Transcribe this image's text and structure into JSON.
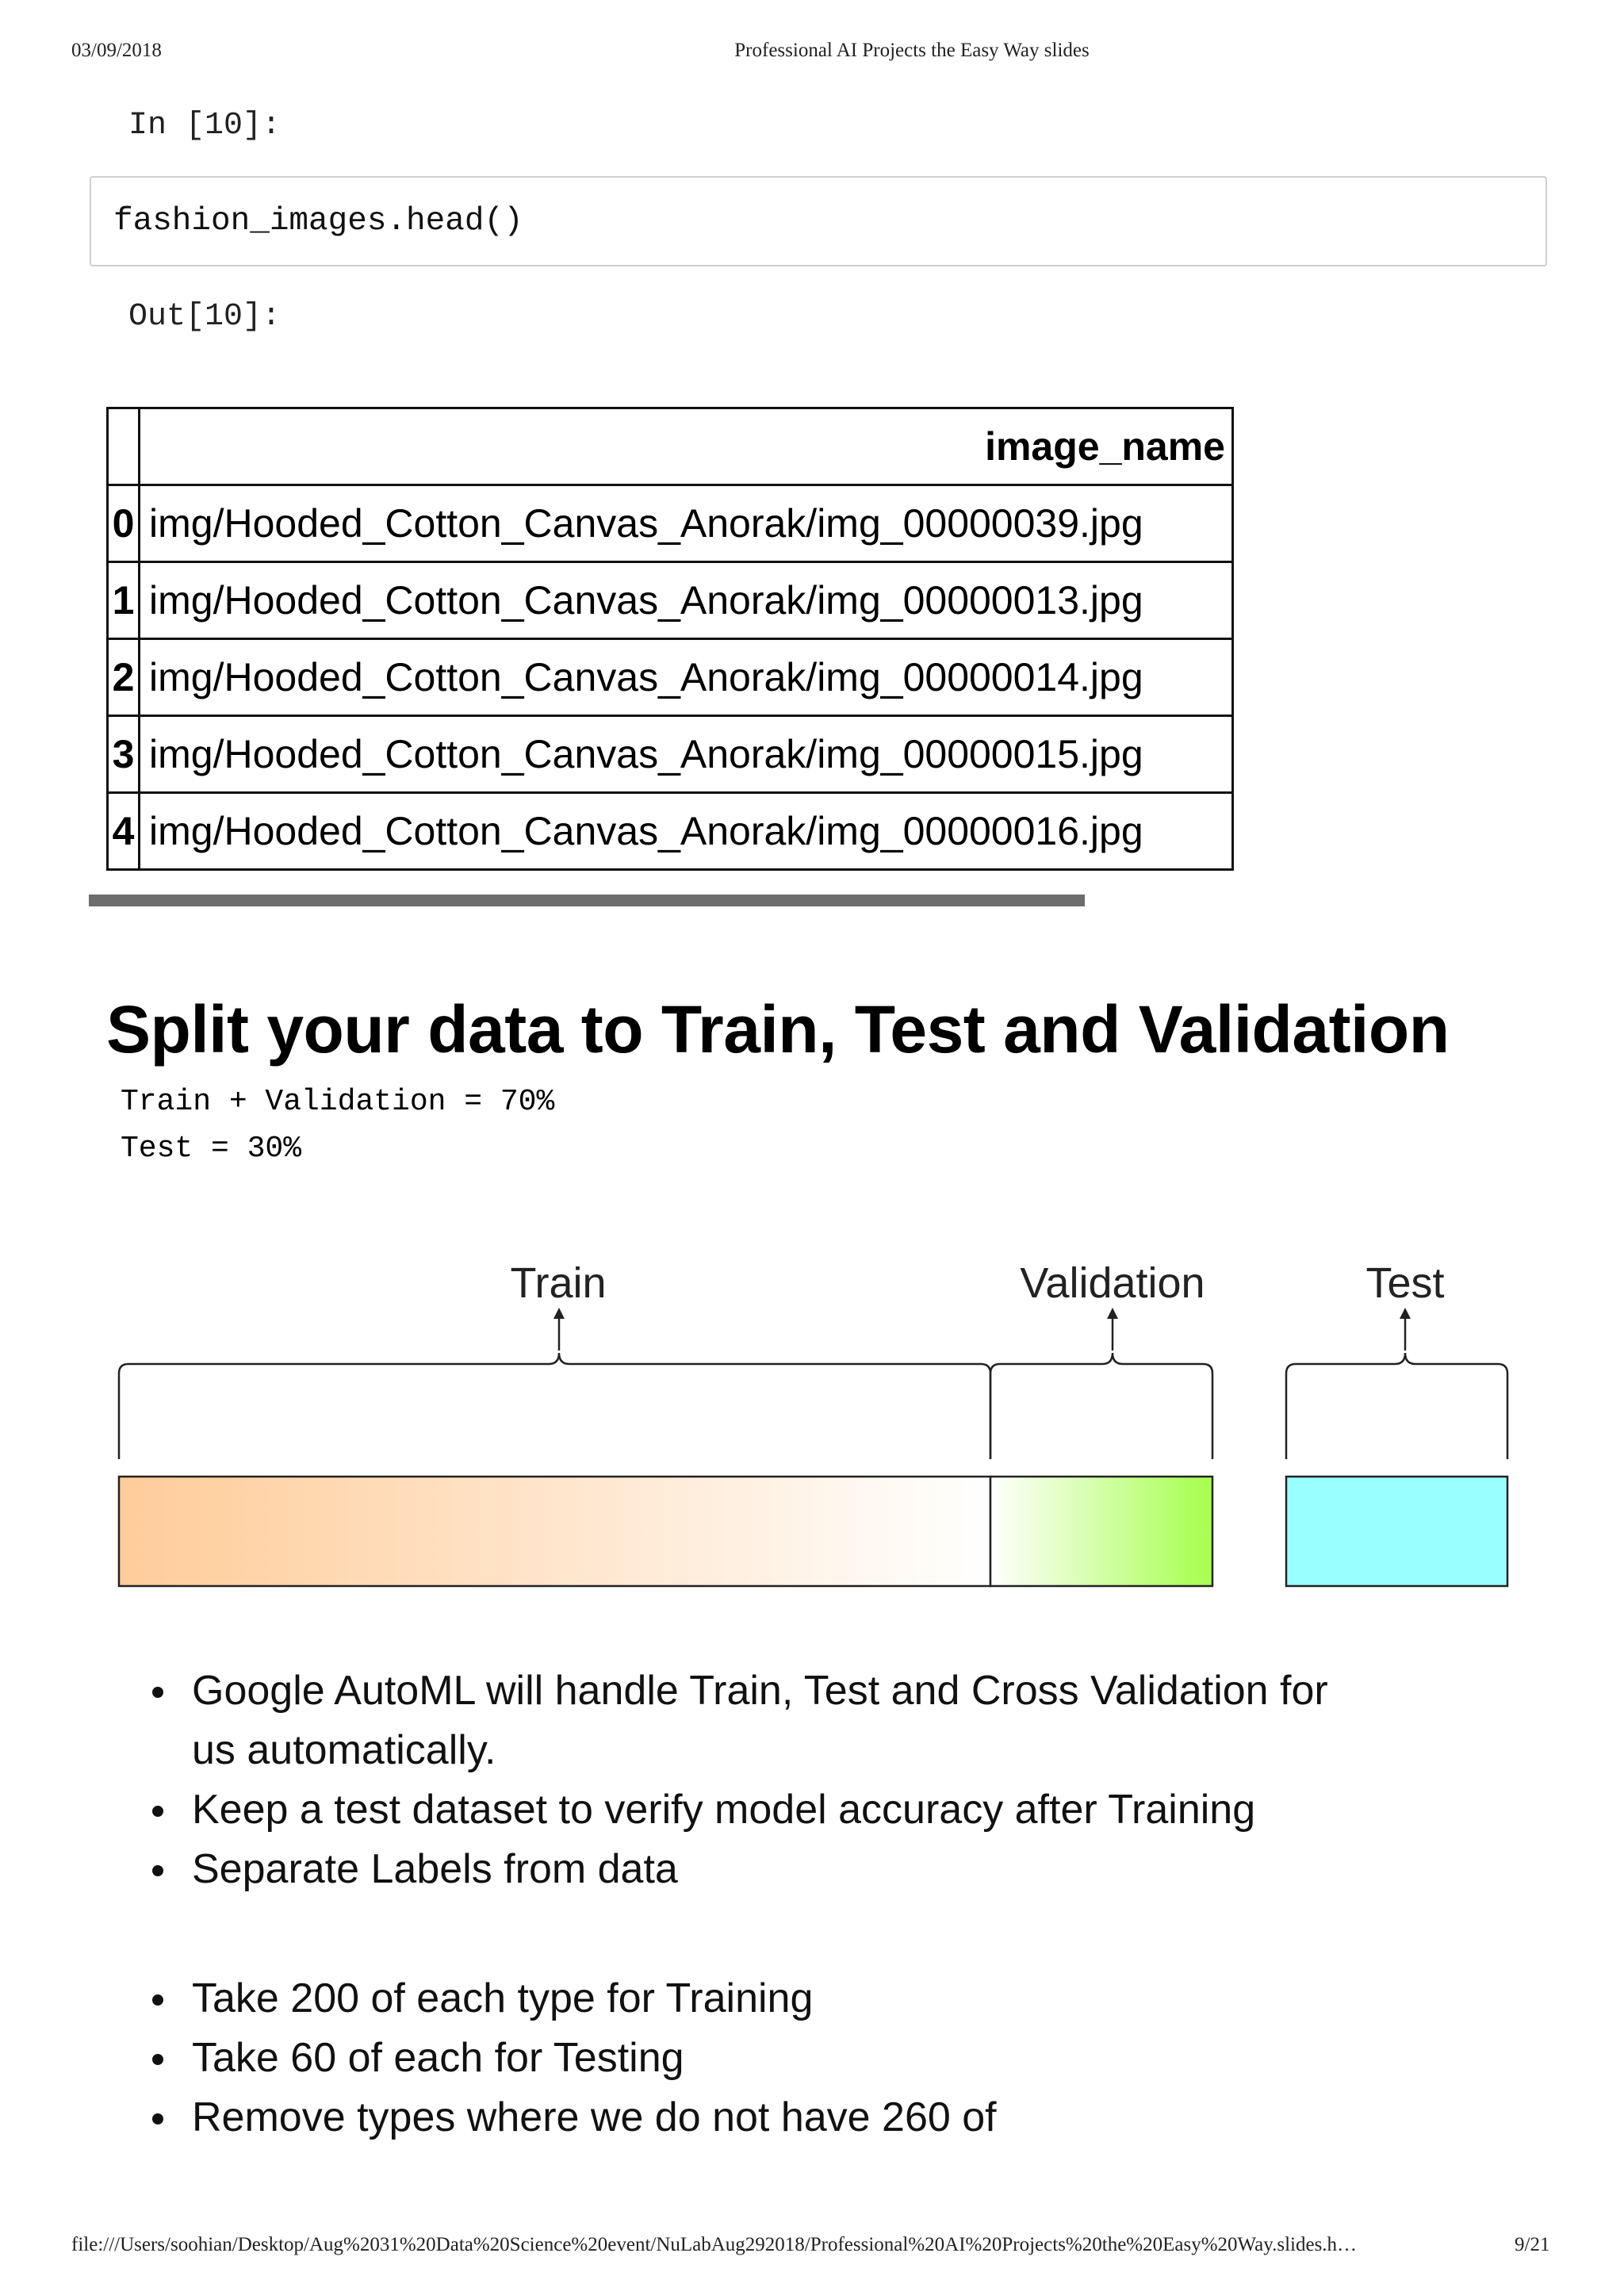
{
  "print_header": {
    "date": "03/09/2018",
    "title": "Professional AI Projects the Easy Way slides"
  },
  "notebook": {
    "in_prompt": "In [10]:",
    "code": "fashion_images.head()",
    "out_prompt": "Out[10]:",
    "dataframe": {
      "columns": [
        "image_name"
      ],
      "rows": [
        {
          "index": "0",
          "image_name": "img/Hooded_Cotton_Canvas_Anorak/img_00000039.jpg"
        },
        {
          "index": "1",
          "image_name": "img/Hooded_Cotton_Canvas_Anorak/img_00000013.jpg"
        },
        {
          "index": "2",
          "image_name": "img/Hooded_Cotton_Canvas_Anorak/img_00000014.jpg"
        },
        {
          "index": "3",
          "image_name": "img/Hooded_Cotton_Canvas_Anorak/img_00000015.jpg"
        },
        {
          "index": "4",
          "image_name": "img/Hooded_Cotton_Canvas_Anorak/img_00000016.jpg"
        }
      ]
    }
  },
  "slide": {
    "heading": "Split your data to Train, Test and Validation",
    "split_lines": [
      "Train + Validation = 70%",
      "Test = 30%"
    ],
    "diagram": {
      "labels": {
        "train": "Train",
        "validation": "Validation",
        "test": "Test"
      },
      "colors": {
        "train": "#ffcc99",
        "validation": "#a6ff4d",
        "test": "#99ffff"
      }
    },
    "bullets_group_1": [
      "Google AutoML will handle Train, Test and Cross Validation for us automatically.",
      "Keep a test dataset to verify model accuracy after Training",
      "Separate Labels from data"
    ],
    "bullets_group_2": [
      "Take 200 of each type for Training",
      "Take 60 of each for Testing",
      "Remove types where we do not have 260 of"
    ]
  },
  "print_footer": {
    "url": "file:///Users/soohian/Desktop/Aug%2031%20Data%20Science%20event/NuLabAug292018/Professional%20AI%20Projects%20the%20Easy%20Way.slides.h…",
    "page": "9/21"
  }
}
